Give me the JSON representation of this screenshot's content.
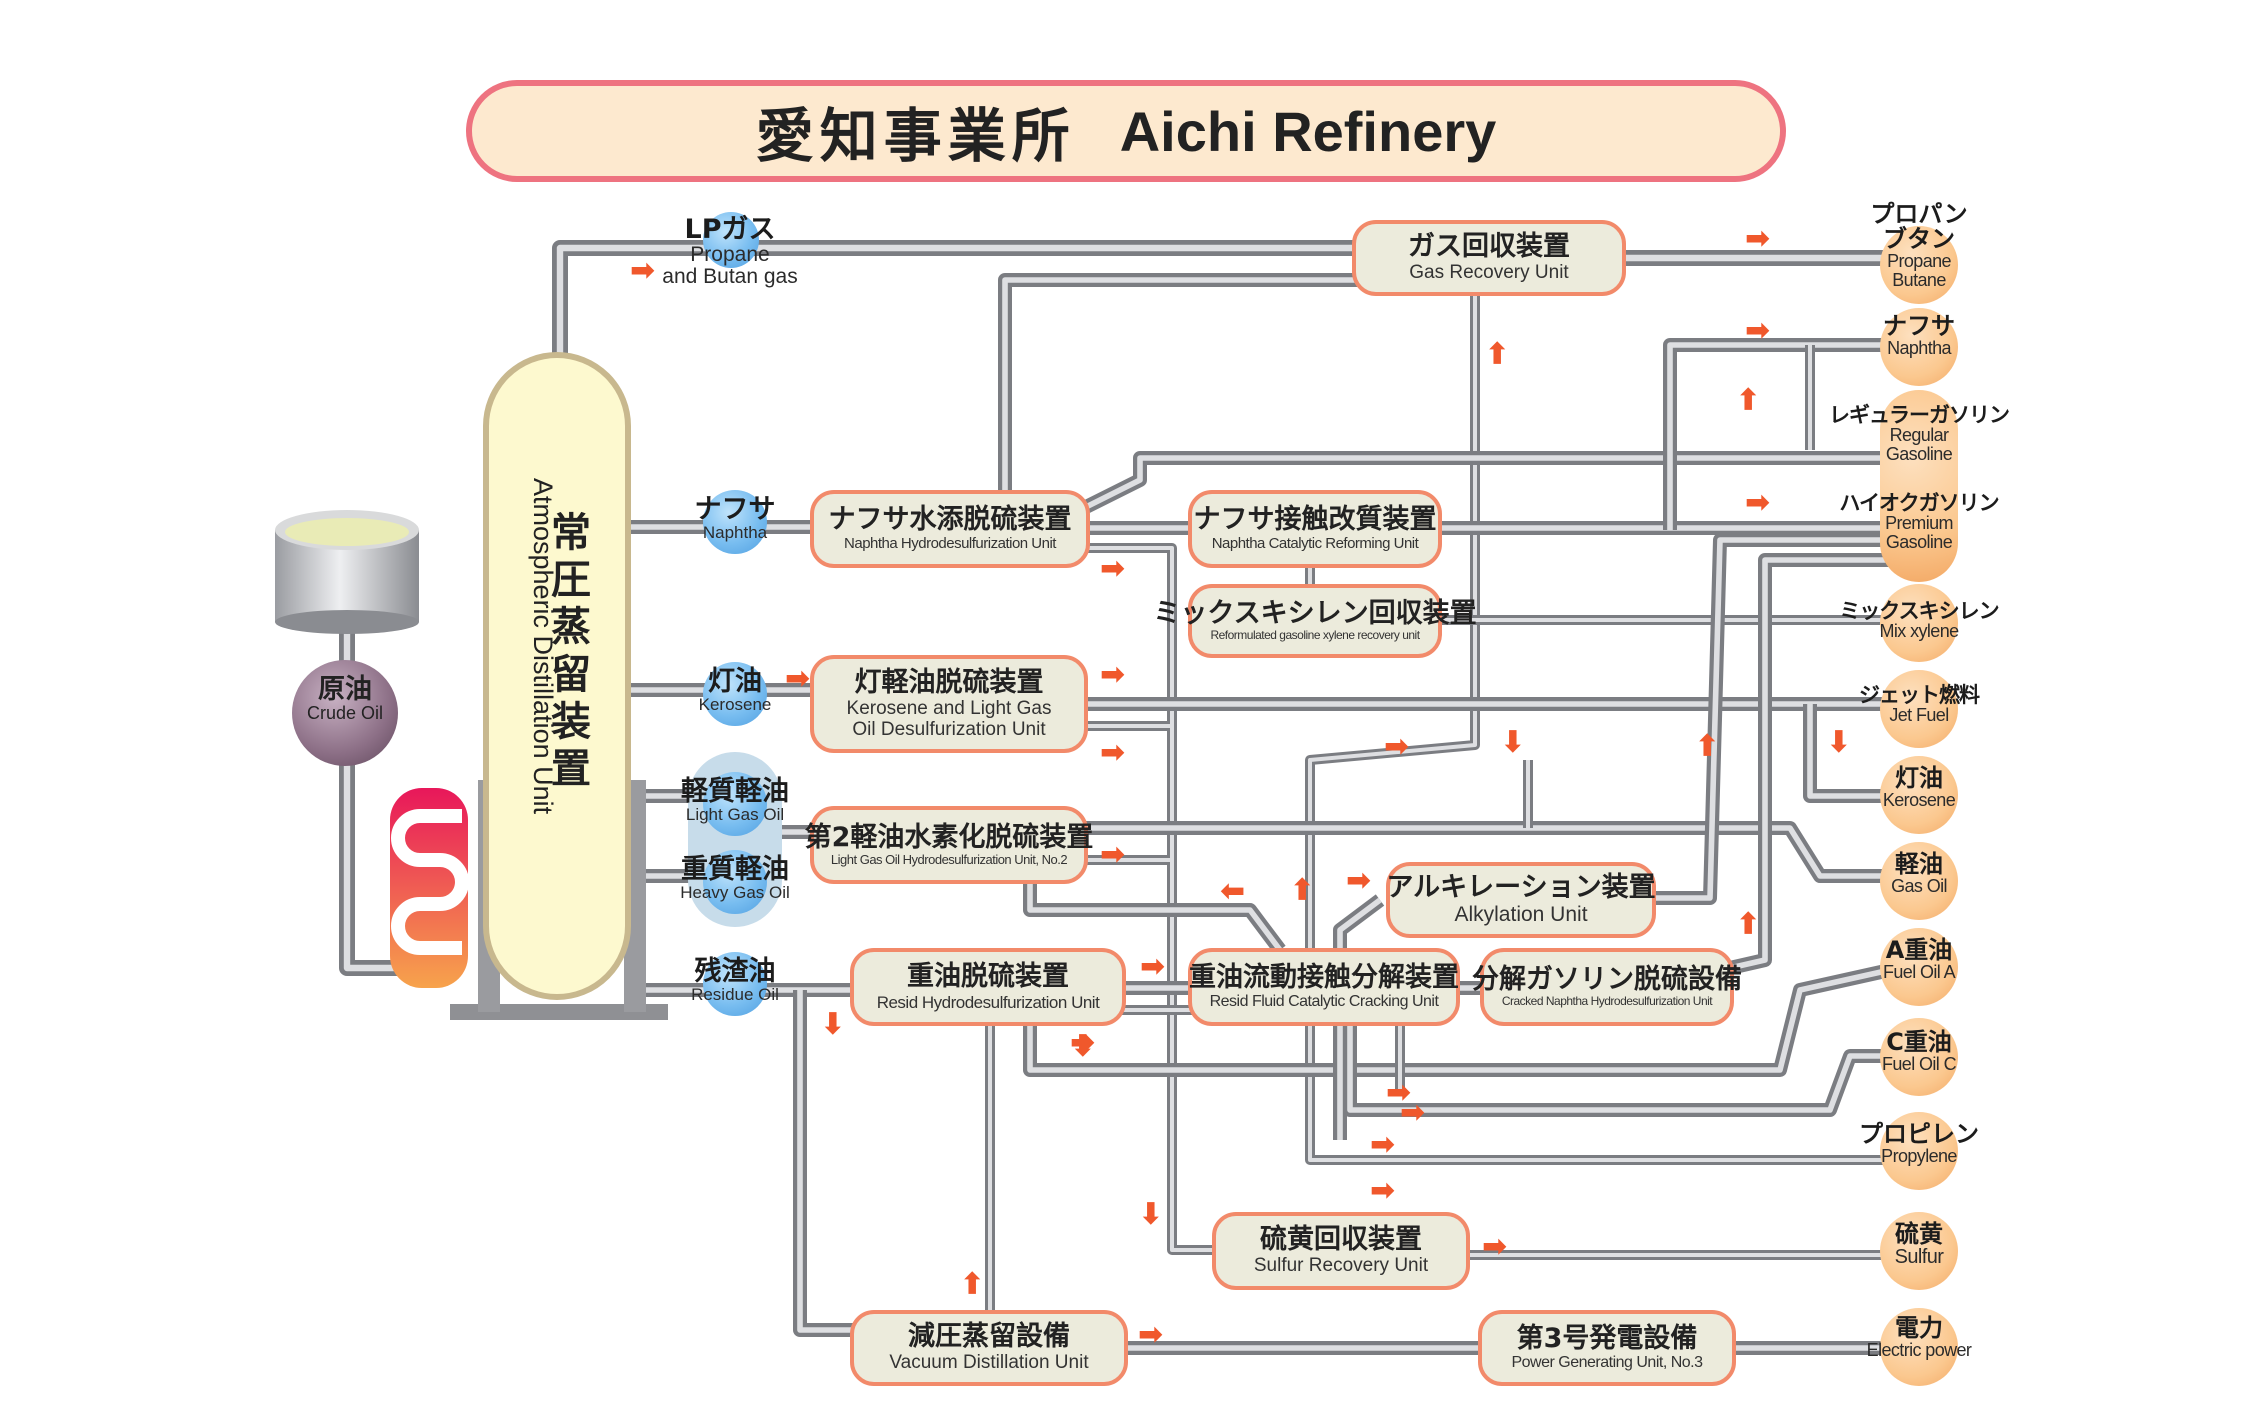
{
  "title": {
    "jp": "愛知事業所",
    "en": "Aichi Refinery"
  },
  "colors": {
    "title_border": "#ee7380",
    "title_fill": "#fde9cf",
    "unit_border": "#f28a6a",
    "unit_fill": "#ecebdc",
    "arrow": "#f0582c",
    "pipe": "#a9abb0",
    "column_fill": "#fdf9cf",
    "product_node": "#fbc88f",
    "fraction_node": "#78bdf0",
    "crude_node": "#8c6f86"
  },
  "feed": {
    "jp": "原油",
    "en": "Crude Oil",
    "icon": "crude-oil-tank-icon",
    "heater_icon": "furnace-icon"
  },
  "column": {
    "jp": "常圧蒸留装置",
    "en": "Atmospheric Distillation Unit"
  },
  "fractions": [
    {
      "jp": "LPガス",
      "en1": "Propane",
      "en2": "and Butan gas"
    },
    {
      "jp": "ナフサ",
      "en1": "Naphtha"
    },
    {
      "jp": "灯油",
      "en1": "Kerosene"
    },
    {
      "jp": "軽質軽油",
      "en1": "Light Gas Oil"
    },
    {
      "jp": "重質軽油",
      "en1": "Heavy Gas Oil"
    },
    {
      "jp": "残渣油",
      "en1": "Residue Oil"
    }
  ],
  "units": [
    {
      "id": "gas-recovery",
      "jp": "ガス回収装置",
      "en": "Gas Recovery Unit"
    },
    {
      "id": "naphtha-hds",
      "jp": "ナフサ水添脱硫装置",
      "en": "Naphtha Hydrodesulfurization Unit"
    },
    {
      "id": "naphtha-reforming",
      "jp": "ナフサ接触改質装置",
      "en": "Naphtha Catalytic Reforming Unit"
    },
    {
      "id": "xylene-recovery",
      "jp": "ミックスキシレン回収装置",
      "en": "Reformulated gasoline xylene recovery unit"
    },
    {
      "id": "kerosene-lgo-hds",
      "jp": "灯軽油脱硫装置",
      "en": "Kerosene and Light Gas",
      "en2": "Oil Desulfurization Unit"
    },
    {
      "id": "lgo-hds-2",
      "jp": "第2軽油水素化脱硫装置",
      "en": "Light Gas Oil Hydrodesulfurization Unit, No.2"
    },
    {
      "id": "alkylation",
      "jp": "アルキレーション装置",
      "en": "Alkylation Unit"
    },
    {
      "id": "resid-hds",
      "jp": "重油脱硫装置",
      "en": "Resid Hydrodesulfurization Unit"
    },
    {
      "id": "rfcc",
      "jp": "重油流動接触分解装置",
      "en": "Resid Fluid Catalytic Cracking Unit"
    },
    {
      "id": "cracked-naphtha-hds",
      "jp": "分解ガソリン脱硫設備",
      "en": "Cracked Naphtha Hydrodesulfurization Unit"
    },
    {
      "id": "sulfur-recovery",
      "jp": "硫黄回収装置",
      "en": "Sulfur Recovery Unit"
    },
    {
      "id": "vacuum-distillation",
      "jp": "減圧蒸留設備",
      "en": "Vacuum Distillation Unit"
    },
    {
      "id": "power-generating",
      "jp": "第3号発電設備",
      "en": "Power Generating Unit, No.3"
    }
  ],
  "products": [
    {
      "jp1": "プロパン",
      "jp2": "ブタン",
      "en1": "Propane",
      "en2": "Butane"
    },
    {
      "jp1": "ナフサ",
      "en1": "Naphtha"
    },
    {
      "jp1": "レギュラーガソリン",
      "en1": "Regular",
      "en2": "Gasoline"
    },
    {
      "jp1": "ハイオクガソリン",
      "en1": "Premium",
      "en2": "Gasoline"
    },
    {
      "jp1": "ミックスキシレン",
      "en1": "Mix xylene"
    },
    {
      "jp1": "ジェット燃料",
      "en1": "Jet Fuel"
    },
    {
      "jp1": "灯油",
      "en1": "Kerosene"
    },
    {
      "jp1": "軽油",
      "en1": "Gas Oil"
    },
    {
      "jp1": "A重油",
      "en1": "Fuel Oil A"
    },
    {
      "jp1": "C重油",
      "en1": "Fuel Oil C"
    },
    {
      "jp1": "プロピレン",
      "en1": "Propylene"
    },
    {
      "jp1": "硫黄",
      "en1": "Sulfur"
    },
    {
      "jp1": "電力",
      "en1": "Electric power"
    }
  ],
  "flow_arrow_icon": "flow-arrow-icon"
}
